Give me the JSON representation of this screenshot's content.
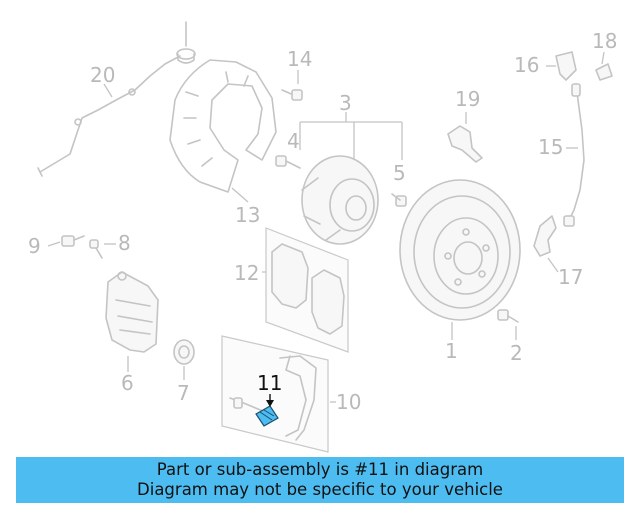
{
  "diagram": {
    "callouts": {
      "c1": "1",
      "c2": "2",
      "c3": "3",
      "c4": "4",
      "c5": "5",
      "c6": "6",
      "c7": "7",
      "c8": "8",
      "c9": "9",
      "c10": "10",
      "c11": "11",
      "c12": "12",
      "c13": "13",
      "c14": "14",
      "c15": "15",
      "c16": "16",
      "c17": "17",
      "c18": "18",
      "c19": "19",
      "c20": "20"
    },
    "highlighted_part": "11",
    "colors": {
      "highlight": "#4dbcf1",
      "banner": "#4dbcf1",
      "part_gray": "#c4c4c4"
    }
  },
  "banner": {
    "line1": "Part or sub-assembly is #11 in diagram",
    "line2": "Diagram may not be specific to your vehicle"
  }
}
